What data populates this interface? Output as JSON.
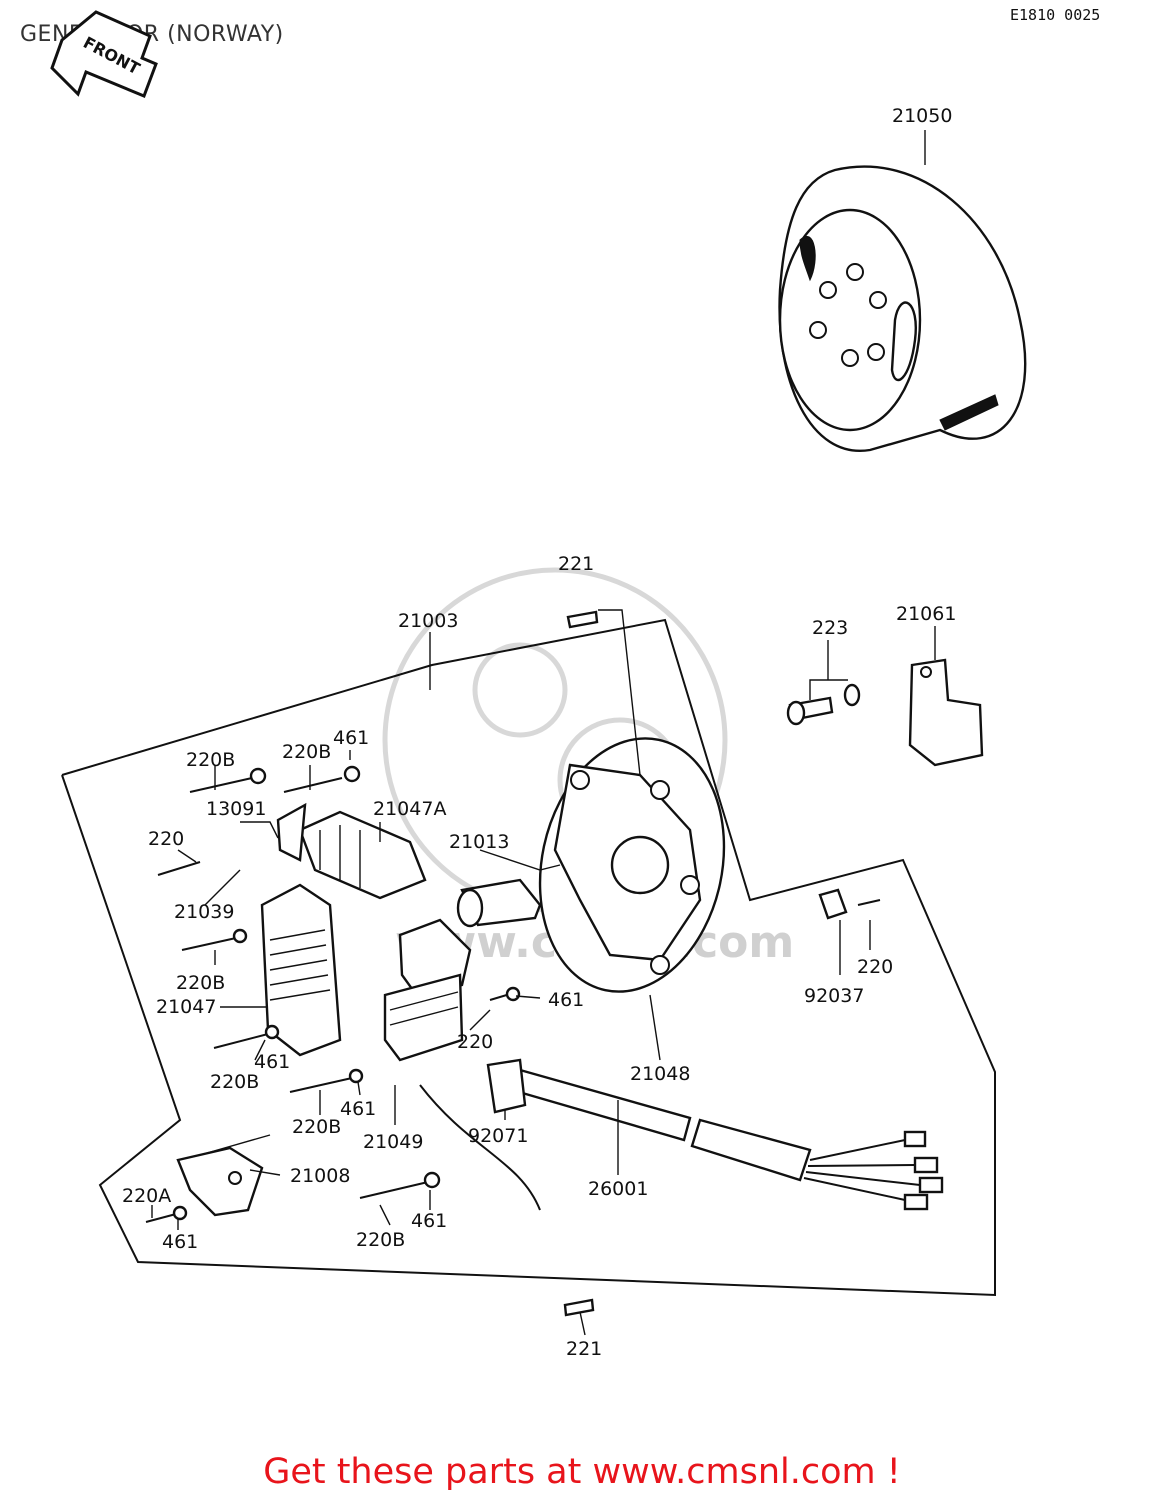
{
  "header": {
    "title": "GENERATOR (NORWAY)",
    "diagram_code": "E1810 0025",
    "front_arrow_label": "FRONT"
  },
  "watermark": {
    "text": "www.cmsnl.com"
  },
  "callouts": [
    {
      "id": "c-21050",
      "text": "21050"
    },
    {
      "id": "c-221-top",
      "text": "221"
    },
    {
      "id": "c-21003",
      "text": "21003"
    },
    {
      "id": "c-223",
      "text": "223"
    },
    {
      "id": "c-21061",
      "text": "21061"
    },
    {
      "id": "c-220b-a",
      "text": "220B"
    },
    {
      "id": "c-220b-b",
      "text": "220B"
    },
    {
      "id": "c-461-a",
      "text": "461"
    },
    {
      "id": "c-13091",
      "text": "13091"
    },
    {
      "id": "c-21047a",
      "text": "21047A"
    },
    {
      "id": "c-220-a",
      "text": "220"
    },
    {
      "id": "c-21013",
      "text": "21013"
    },
    {
      "id": "c-21039",
      "text": "21039"
    },
    {
      "id": "c-220b-c",
      "text": "220B"
    },
    {
      "id": "c-21047",
      "text": "21047"
    },
    {
      "id": "c-461-b",
      "text": "461"
    },
    {
      "id": "c-220-b",
      "text": "220"
    },
    {
      "id": "c-92037",
      "text": "92037"
    },
    {
      "id": "c-461-c",
      "text": "461"
    },
    {
      "id": "c-220b-d",
      "text": "220B"
    },
    {
      "id": "c-220-c",
      "text": "220"
    },
    {
      "id": "c-21048",
      "text": "21048"
    },
    {
      "id": "c-461-d",
      "text": "461"
    },
    {
      "id": "c-220b-e",
      "text": "220B"
    },
    {
      "id": "c-21049",
      "text": "21049"
    },
    {
      "id": "c-92071",
      "text": "92071"
    },
    {
      "id": "c-21008",
      "text": "21008"
    },
    {
      "id": "c-26001",
      "text": "26001"
    },
    {
      "id": "c-220a",
      "text": "220A"
    },
    {
      "id": "c-461-e",
      "text": "461"
    },
    {
      "id": "c-461-f",
      "text": "461"
    },
    {
      "id": "c-220b-f",
      "text": "220B"
    },
    {
      "id": "c-221-bottom",
      "text": "221"
    }
  ],
  "footer": {
    "cta": "Get these parts at www.cmsnl.com !"
  }
}
